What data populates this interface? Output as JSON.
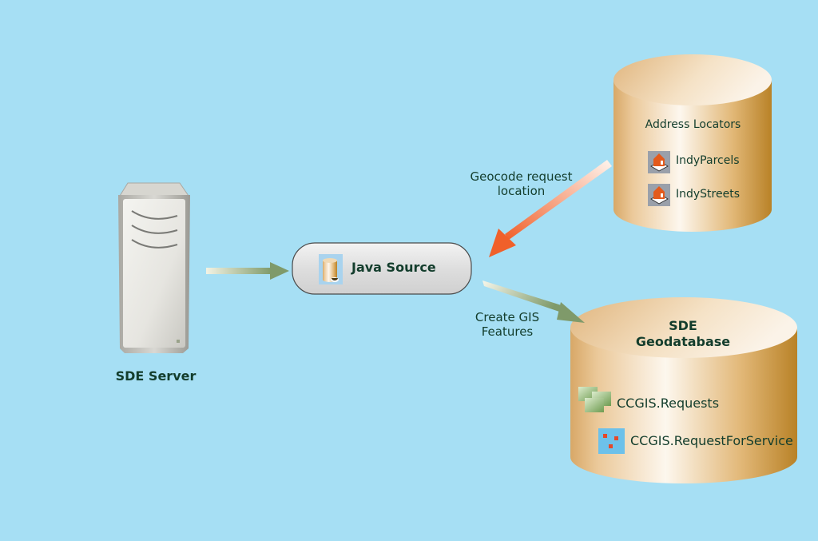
{
  "nodes": {
    "server": {
      "label": "SDE Server"
    },
    "java_source": {
      "label": "Java Source"
    },
    "address_locators": {
      "title": "Address Locators",
      "items": [
        {
          "label": "IndyParcels",
          "icon": "locator-house-icon"
        },
        {
          "label": "IndyStreets",
          "icon": "locator-house-icon"
        }
      ]
    },
    "geodatabase": {
      "title_line1": "SDE",
      "title_line2": "Geodatabase",
      "items": [
        {
          "label": "CCGIS.Requests",
          "icon": "feature-dataset-icon"
        },
        {
          "label": "CCGIS.RequestForService",
          "icon": "point-feature-class-icon"
        }
      ]
    }
  },
  "edges": {
    "geocode": {
      "line1": "Geocode request",
      "line2": "location",
      "color": "#f0602a"
    },
    "create": {
      "line1": "Create GIS",
      "line2": "Features",
      "color": "#7f9a6a"
    },
    "server_to_java": {
      "color": "#7f9a6a"
    }
  },
  "colors": {
    "background": "#a6dff4",
    "cylinder_dark": "#c08a2e",
    "cylinder_light": "#fbf3e6",
    "text": "#133d2c"
  }
}
